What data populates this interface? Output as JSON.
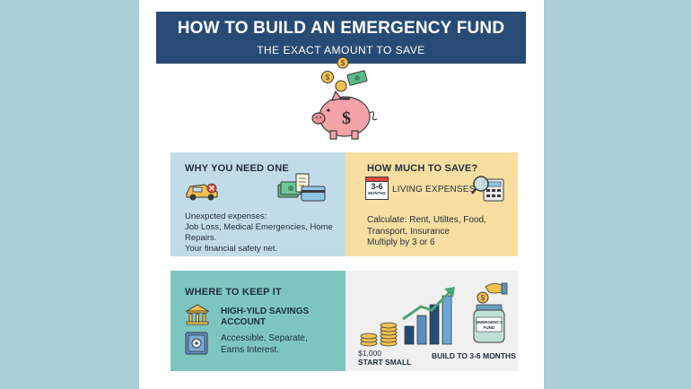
{
  "header": {
    "title": "HOW TO BUILD AN EMERGENCY FUND",
    "subtitle": "THE EXACT AMOUNT TO SAVE"
  },
  "hero": {
    "dollar_sign": "$"
  },
  "why": {
    "title": "WHY YOU NEED ONE",
    "line1": "Unexpcted expenses:",
    "line2": "Job Loss, Medical Emergencies, Home Repairs.",
    "line3": "Your financial safety net."
  },
  "how": {
    "title": "HOW MUCH TO SAVE?",
    "calendar_top": "3-6",
    "calendar_bottom": "MONTHS",
    "label": "LIVING EXPENSES",
    "line1": "Calculate: Rent, Utiltes, Food,",
    "line2": "Transport, Insurance",
    "line3": "Multiply by 3 or 6"
  },
  "where": {
    "title": "WHERE TO KEEP IT",
    "account_line1": "HIGH-YILD SAVINGS",
    "account_line2": "ACCOUNT",
    "line1": "Accessible, Separate,",
    "line2": "Earns Interest."
  },
  "growth": {
    "start_amount": "$1,000",
    "start_label": "START SMALL",
    "end_label": "BUILD TO 3-6 MONTHS",
    "jar_line1": "EMERGENCY",
    "jar_line2": "FUND",
    "coin_symbol": "$"
  },
  "colors": {
    "banner": "#274b74",
    "background": "#a9cfdb",
    "why_panel": "#c2dbe9",
    "how_panel": "#f8dea0",
    "where_panel": "#7dc6bf",
    "growth_panel": "#f0f0f0",
    "pig": "#f4a3a8",
    "coin": "#f2c14e"
  }
}
